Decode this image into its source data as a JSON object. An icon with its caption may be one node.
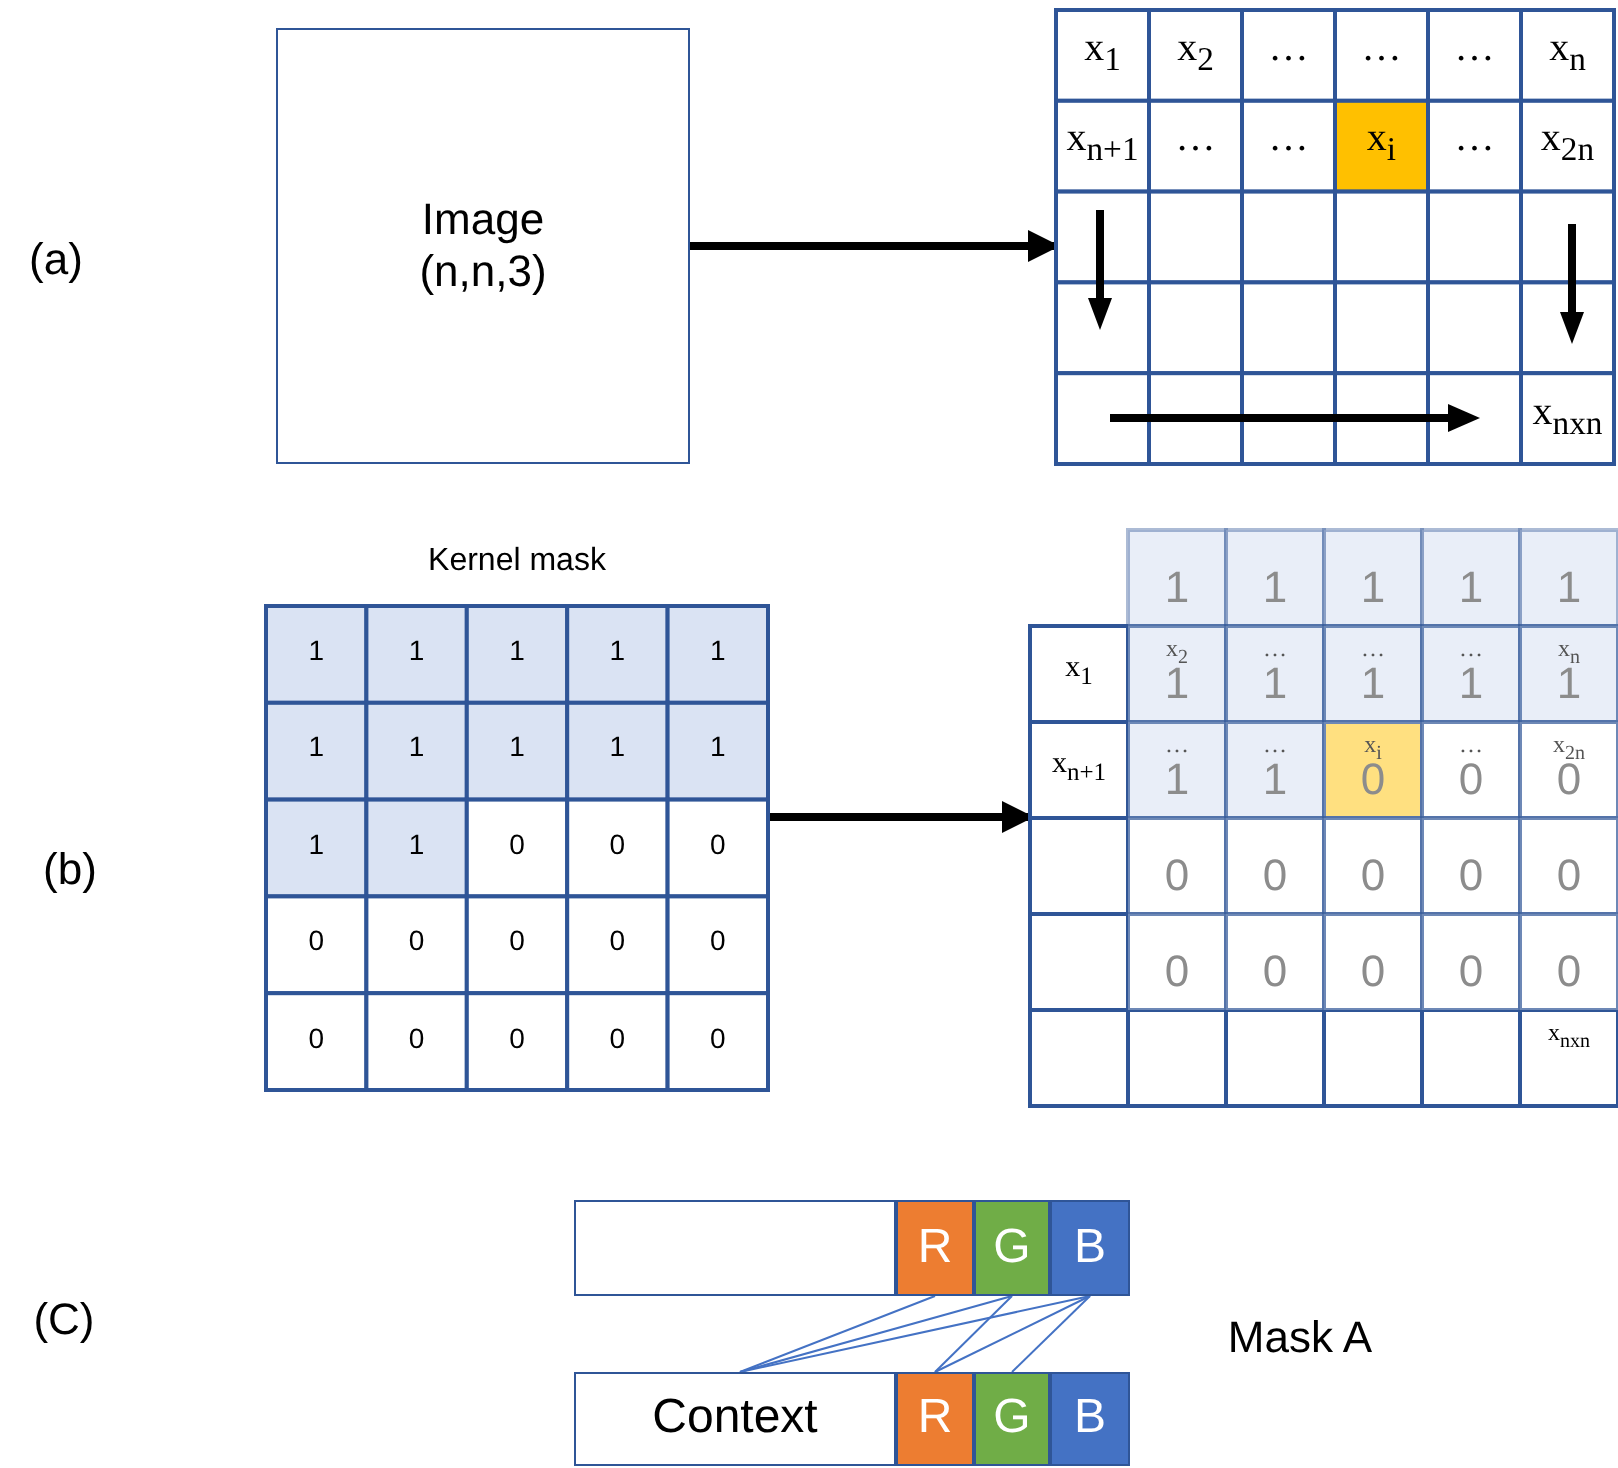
{
  "diagram": {
    "nodes": [
      {
        "text": [
          "Image",
          "(n,n,3)"
        ]
      },
      {
        "text": [],
        "shape": "box"
      },
      {
        "text": [
          "Kernel mask"
        ]
      },
      {
        "text": [],
        "shape": "box"
      },
      {
        "text": [],
        "shape": "box"
      },
      {
        "text": [
          "R"
        ]
      },
      {
        "text": [
          "G"
        ]
      },
      {
        "text": [
          "B"
        ]
      },
      {
        "text": [
          "Context"
        ]
      },
      {
        "text": [
          "R"
        ]
      },
      {
        "text": [
          "G"
        ]
      },
      {
        "text": [
          "B"
        ]
      }
    ],
    "edges": [
      {
        "from": 0,
        "to": 1,
        "arrow": "to",
        "style": "thick",
        "color": "#000000"
      },
      {
        "from": 2,
        "to": 3,
        "arrow": "to",
        "style": "thick",
        "color": "#000000"
      },
      {
        "from": 8,
        "to": 5,
        "arrow": "none"
      },
      {
        "from": 8,
        "to": 6,
        "arrow": "none"
      },
      {
        "from": 8,
        "to": 7,
        "arrow": "none"
      },
      {
        "from": 9,
        "to": 6,
        "arrow": "none"
      },
      {
        "from": 9,
        "to": 7,
        "arrow": "none"
      },
      {
        "from": 10,
        "to": 7,
        "arrow": "none"
      }
    ],
    "labels": [
      "(a)",
      "x$_{1}$",
      "x$_{2}$",
      "…",
      "…",
      "…",
      "x$_{n}$",
      "x$_{n+1}$",
      "…",
      "…",
      "x$_{i}$",
      "…",
      "x$_{2n}$",
      "x$_{nxn}$",
      "(b)",
      "1",
      "1",
      "1",
      "1",
      "1",
      "1",
      "1",
      "1",
      "1",
      "1",
      "1",
      "1",
      "0",
      "0",
      "0",
      "0",
      "0",
      "0",
      "0",
      "0",
      "0",
      "0",
      "0",
      "0",
      "0",
      "1",
      "1",
      "1",
      "1",
      "1",
      "1",
      "1",
      "1",
      "1",
      "1",
      "1",
      "1",
      "0",
      "0",
      "0",
      "0",
      "0",
      "0",
      "0",
      "0",
      "0",
      "0",
      "0",
      "0",
      "0",
      "x$_{1}$",
      "x$_{2}$",
      "…",
      "…",
      "…",
      "x$_{n}$",
      "x$_{n+1}$",
      "…",
      "…",
      "x$_{i}$",
      "…",
      "x$_{2n}$",
      "x$_{nxn}$",
      "(C)",
      "Mask A"
    ]
  }
}
